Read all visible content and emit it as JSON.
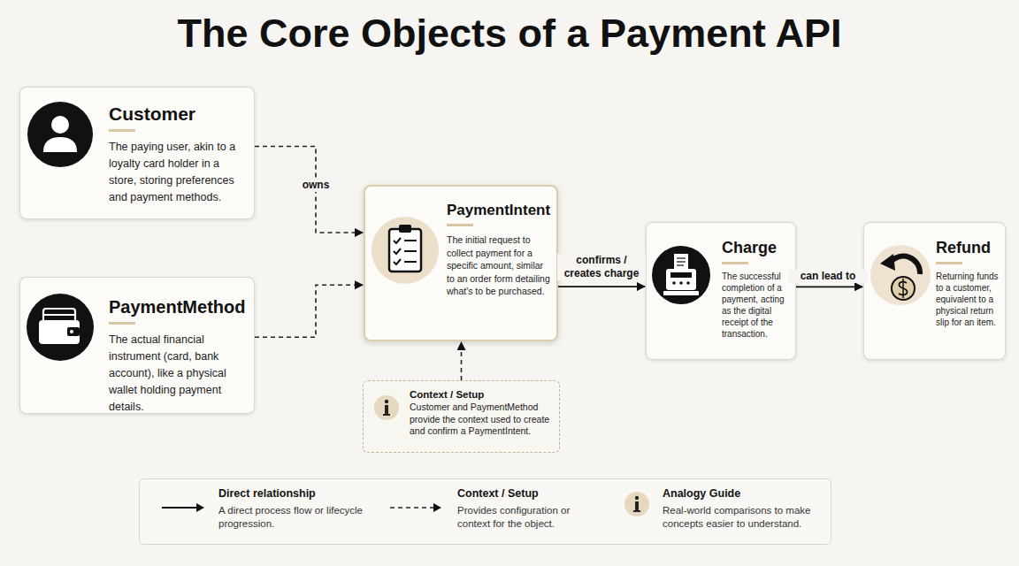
{
  "diagram": {
    "title": "The Core Objects of a Payment API",
    "nodes": [
      {
        "text": [
          "Customer",
          "The paying user, akin to a loyalty card holder in a store, storing preferences and payment methods."
        ]
      },
      {
        "text": [
          "PaymentMethod",
          "The actual financial instrument (card, bank account), like a physical wallet holding payment details."
        ]
      },
      {
        "text": [
          "PaymentIntent",
          "The initial request to collect payment for a specific amount, similar to an order form detailing what's to be purchased."
        ]
      },
      {
        "text": [
          "Charge",
          "The successful completion of a payment, acting as the digital receipt of the transaction."
        ]
      },
      {
        "text": [
          "Refund",
          "Returning funds to a customer, equivalent to a physical return slip for an item."
        ]
      },
      {
        "text": [
          "Context / Setup",
          "Customer and PaymentMethod provide the context used to create and confirm a PaymentIntent."
        ]
      }
    ],
    "edges": [
      {
        "from": 0,
        "to": 2,
        "label": "owns",
        "arrow": "to"
      },
      {
        "from": 1,
        "to": 2,
        "arrow": "to"
      },
      {
        "from": 2,
        "to": 3,
        "label": "confirms / creates charge",
        "arrow": "to"
      },
      {
        "from": 3,
        "to": 4,
        "label": "can lead to",
        "arrow": "to"
      },
      {
        "from": 5,
        "to": 2,
        "arrow": "to"
      }
    ],
    "labels": [
      "A direct process flow or lifecycle progression.",
      "Provides configuration or context for the object.",
      "Real-world comparisons to make concepts easier to understand."
    ],
    "legend": [
      {
        "text": "Direct relationship"
      },
      {
        "text": "Context / Setup"
      },
      {
        "text": "Analogy Guide"
      }
    ]
  }
}
